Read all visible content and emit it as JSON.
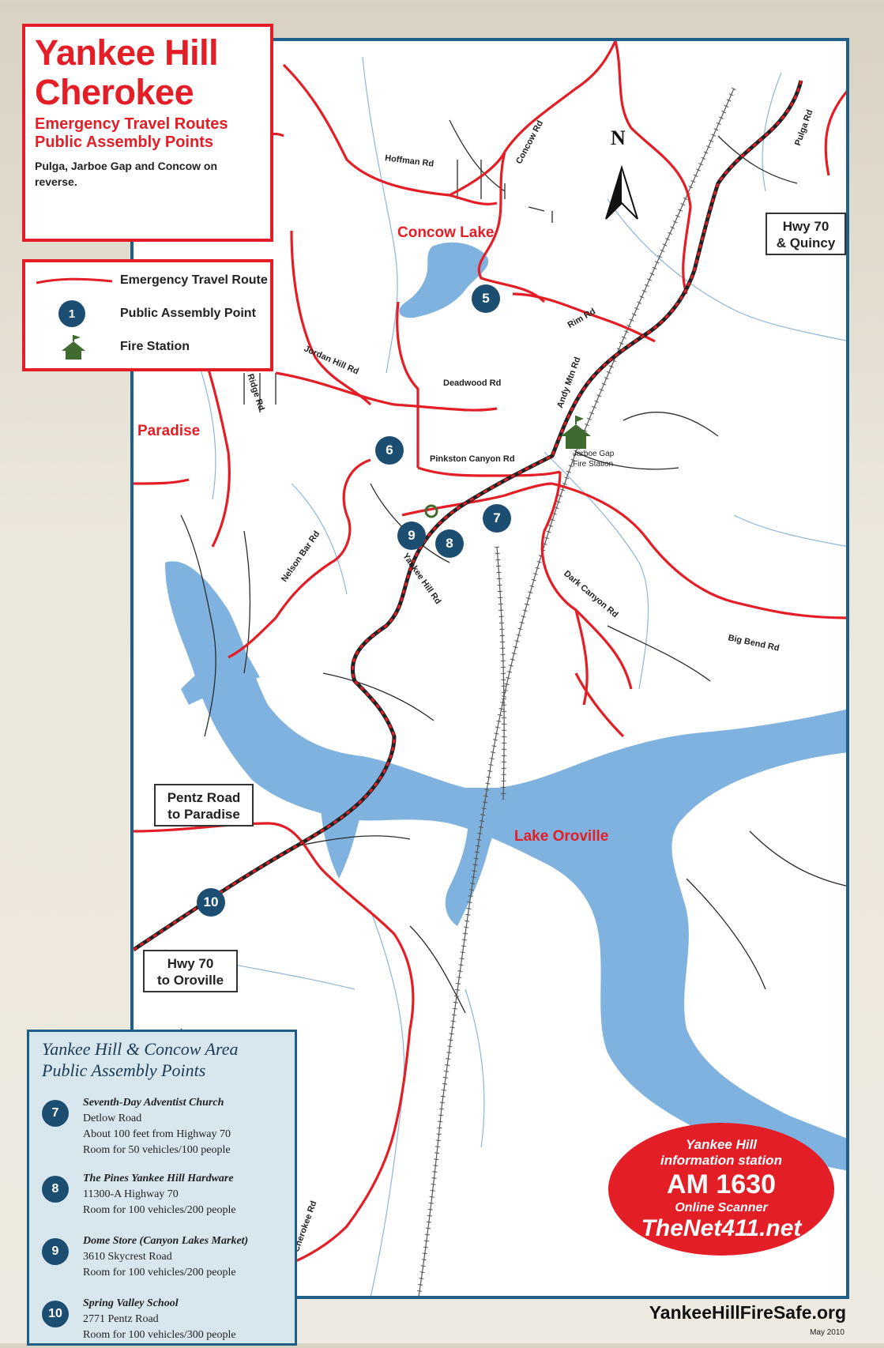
{
  "title": {
    "line1": "Yankee Hill",
    "line2": "Cherokee"
  },
  "subtitle": {
    "line1": "Emergency Travel Routes",
    "line2": "Public Assembly Points"
  },
  "note": "Pulga, Jarboe Gap and Concow on reverse.",
  "legend": {
    "route": "Emergency Travel Route",
    "point_symbol": "1",
    "point": "Public Assembly Point",
    "station": "Fire Station"
  },
  "compass": "N",
  "places": {
    "concow_lake": "Concow Lake",
    "paradise": "Paradise",
    "lake_oroville": "Lake Oroville",
    "jarboe_gap": "Jarboe Gap Fire Station"
  },
  "roads": {
    "hoffman": "Hoffman Rd",
    "concow": "Concow Rd",
    "pulga": "Pulga Rd",
    "rim": "Rim Rd",
    "jordan_hill": "Jordan Hill Rd",
    "granite_ridge": "Granite Ridge Rd",
    "deadwood": "Deadwood Rd",
    "andy_mtn": "Andy Mtn Rd",
    "pinkston": "Pinkston Canyon Rd",
    "nelson_bar": "Nelson Bar Rd",
    "yankee_hill": "Yankee Hill Rd",
    "dark_canyon": "Dark Canyon Rd",
    "big_bend": "Big Bend Rd",
    "cherokee": "Cherokee Rd"
  },
  "boxes": {
    "hwy70_quincy": {
      "line1": "Hwy 70",
      "line2": "& Quincy"
    },
    "pentz": {
      "line1": "Pentz Road",
      "line2": "to Paradise"
    },
    "hwy70_oroville": {
      "line1": "Hwy 70",
      "line2": "to Oroville"
    }
  },
  "points": {
    "p5": "5",
    "p6": "6",
    "p7": "7",
    "p8": "8",
    "p9": "9",
    "p10": "10"
  },
  "panel": {
    "title_line1": "Yankee Hill & Concow Area",
    "title_line2": "Public Assembly Points",
    "entries": [
      {
        "num": "7",
        "name": "Seventh-Day Adventist Church",
        "l1": "Detlow Road",
        "l2": "About 100 feet from Highway 70",
        "l3": "Room for 50 vehicles/100 people"
      },
      {
        "num": "8",
        "name": "The Pines Yankee Hill Hardware",
        "l1": "11300-A Highway 70",
        "l2": "Room for 100 vehicles/200 people"
      },
      {
        "num": "9",
        "name": "Dome Store (Canyon Lakes Market)",
        "l1": "3610 Skycrest Road",
        "l2": "Room for 100 vehicles/200 people"
      },
      {
        "num": "10",
        "name": "Spring Valley School",
        "l1": "2771 Pentz Road",
        "l2": "Room for 100 vehicles/300 people"
      }
    ]
  },
  "radio": {
    "line1": "Yankee Hill",
    "line2": "information station",
    "freq": "AM 1630",
    "line3": "Online Scanner",
    "site": "TheNet411.net"
  },
  "footer": "YankeeHillFireSafe.org",
  "date": "May 2010",
  "colors": {
    "route": "#e31e26",
    "water": "#7fb2de",
    "frame": "#1f5e86",
    "point": "#1b4e70",
    "station": "#3f6b2e"
  }
}
